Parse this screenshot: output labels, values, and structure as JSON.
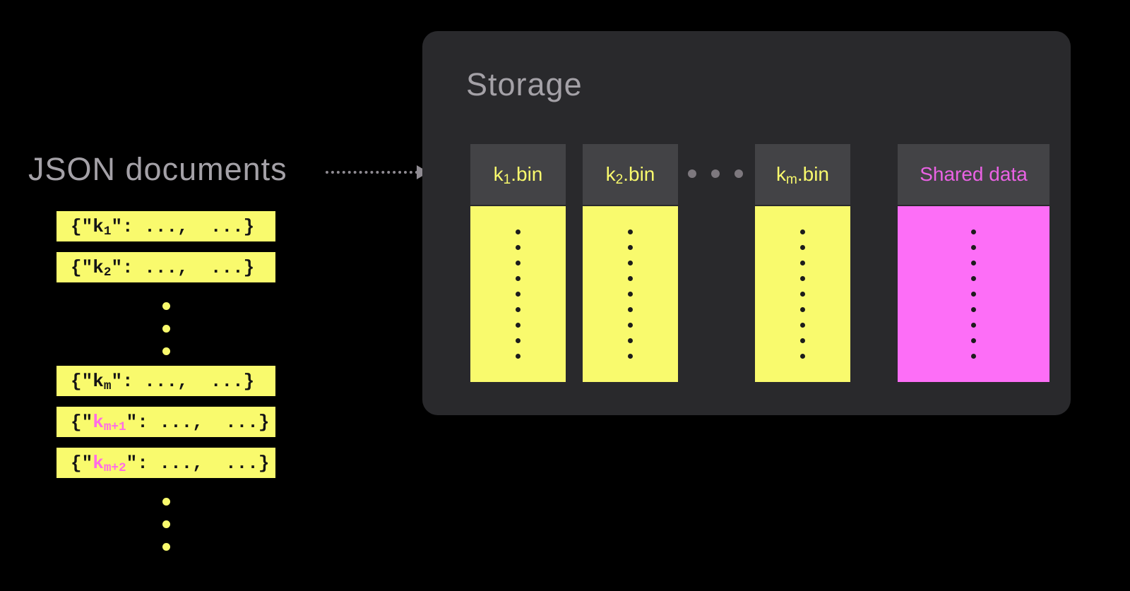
{
  "colors": {
    "page-bg": "#000000",
    "yellow": "#f9fa6d",
    "magenta": "#fd6ef7",
    "pink-key": "#ff6ce6",
    "shared-label": "#ea62e4",
    "panel-bg": "#29292c",
    "header-bg": "#434346",
    "gray-text": "#a4a1a7",
    "gray-dot": "#7d787e",
    "arrow": "#8f8b92",
    "code-text": "#151515",
    "dot-black": "#1c1c1c"
  },
  "left": {
    "title": "JSON documents",
    "row_open": "{\"",
    "row_key": "k",
    "row_rest": "\": ...,  ...}",
    "items": [
      {
        "type": "row",
        "sub": "1",
        "highlight": false
      },
      {
        "type": "row",
        "sub": "2",
        "highlight": false
      },
      {
        "type": "dots",
        "count": 3
      },
      {
        "type": "row",
        "sub": "m",
        "highlight": false
      },
      {
        "type": "row",
        "sub": "m+1",
        "highlight": true
      },
      {
        "type": "row",
        "sub": "m+2",
        "highlight": true
      },
      {
        "type": "dots",
        "count": 3
      }
    ]
  },
  "storage": {
    "title": "Storage",
    "columns": [
      {
        "kind": "bin",
        "base": "k",
        "sub": "1",
        "suffix": ".bin",
        "variant": "yellow",
        "dots": 9
      },
      {
        "kind": "bin",
        "base": "k",
        "sub": "2",
        "suffix": ".bin",
        "variant": "yellow",
        "dots": 9
      },
      {
        "kind": "ellipsis",
        "count": 3
      },
      {
        "kind": "bin",
        "base": "k",
        "sub": "m",
        "suffix": ".bin",
        "variant": "yellow",
        "dots": 9
      },
      {
        "kind": "shared",
        "label": "Shared data",
        "variant": "magenta",
        "dots": 9
      }
    ]
  }
}
